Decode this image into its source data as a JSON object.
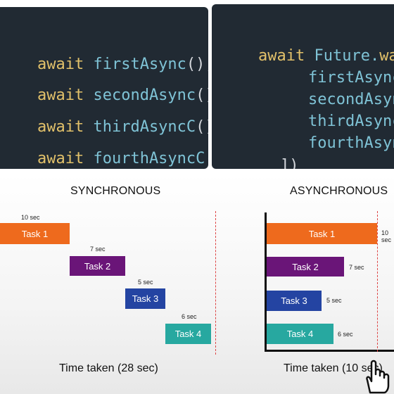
{
  "code_left": {
    "lines": [
      {
        "kw": "await",
        "fn": "firstAsync",
        "tail": "(),"
      },
      {
        "kw": "await",
        "fn": "secondAsync",
        "tail": "(),"
      },
      {
        "kw": "await",
        "fn": "thirdAsyncC",
        "tail": "(),"
      },
      {
        "kw": "await",
        "fn": "fourthAsyncC",
        "tail": "(),"
      }
    ]
  },
  "code_right": {
    "first": {
      "kw": "await",
      "obj": "Future.",
      "method": "wait",
      "tail": "(["
    },
    "calls": [
      {
        "fn": "firstAsync",
        "tail": "(),"
      },
      {
        "fn": "secondAsync",
        "tail": "(),"
      },
      {
        "fn": "thirdAsyncC",
        "tail": "(),"
      },
      {
        "fn": "fourthAsyncC",
        "tail": "(),"
      }
    ],
    "close": "])"
  },
  "sync": {
    "title": "SYNCHRONOUS",
    "tasks": [
      {
        "label": "Task 1",
        "duration": "10 sec",
        "color": "#ee6a1d"
      },
      {
        "label": "Task 2",
        "duration": "7 sec",
        "color": "#6a1578"
      },
      {
        "label": "Task 3",
        "duration": "5 sec",
        "color": "#2444a2"
      },
      {
        "label": "Task 4",
        "duration": "6 sec",
        "color": "#27a8a0"
      }
    ],
    "time_taken": "Time taken (28 sec)"
  },
  "async": {
    "title": "ASYNCHRONOUS",
    "tasks": [
      {
        "label": "Task 1",
        "duration": "10 sec",
        "color": "#ee6a1d"
      },
      {
        "label": "Task 2",
        "duration": "7 sec",
        "color": "#6a1578"
      },
      {
        "label": "Task 3",
        "duration": "5 sec",
        "color": "#2444a2"
      },
      {
        "label": "Task 4",
        "duration": "6 sec",
        "color": "#27a8a0"
      }
    ],
    "time_taken": "Time taken (10 sec)"
  }
}
